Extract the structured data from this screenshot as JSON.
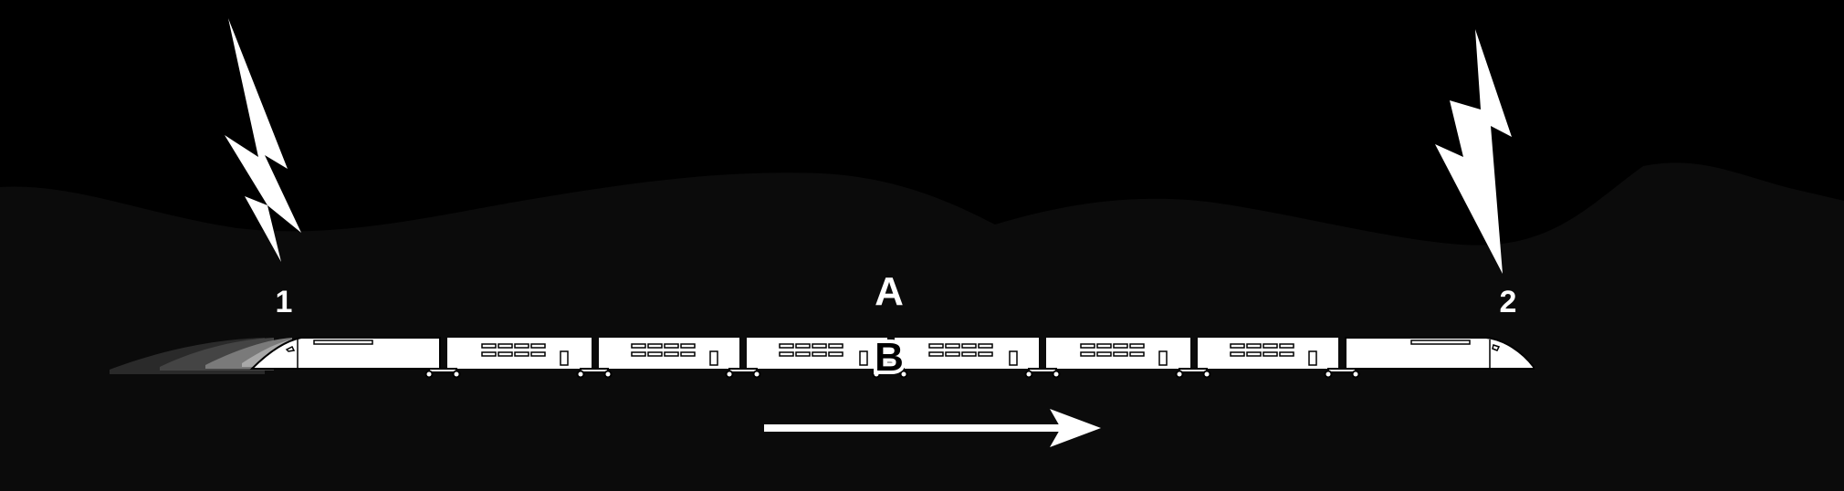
{
  "labels": {
    "strike_1": "1",
    "strike_2": "2",
    "observer_a": "A",
    "observer_b": "B"
  },
  "colors": {
    "sky": "#000000",
    "ground": "#0b0b0b",
    "train_body": "#ffffff",
    "train_outline": "#000000",
    "lightning": "#ffffff",
    "arrow": "#ffffff",
    "label": "#ffffff"
  },
  "icons": {
    "lightning_left": "lightning-bolt-icon",
    "lightning_right": "lightning-bolt-icon",
    "direction": "arrow-right-icon"
  }
}
